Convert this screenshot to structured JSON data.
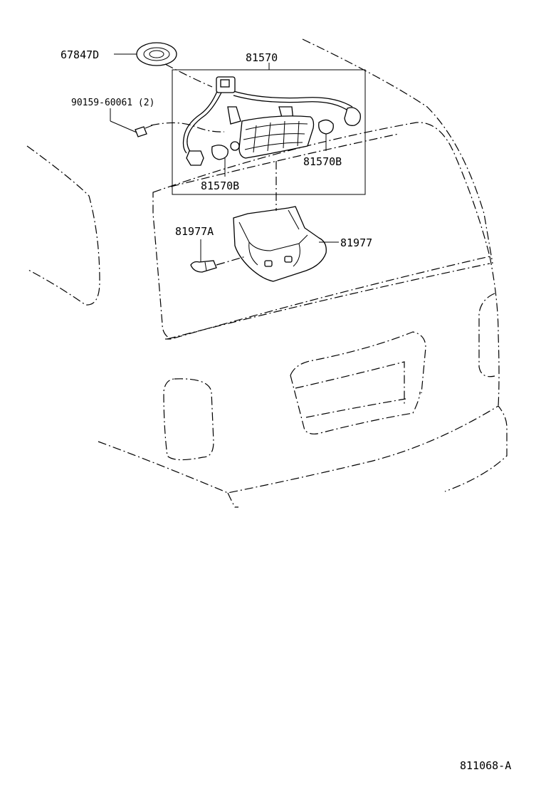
{
  "labels": {
    "grommet": "67847D",
    "assembly": "81570",
    "screw": "90159-60061 (2)",
    "bulb_right": "81570B",
    "bulb_left": "81570B",
    "clip": "81977A",
    "cover": "81977"
  },
  "diagram_code": "811068-A"
}
